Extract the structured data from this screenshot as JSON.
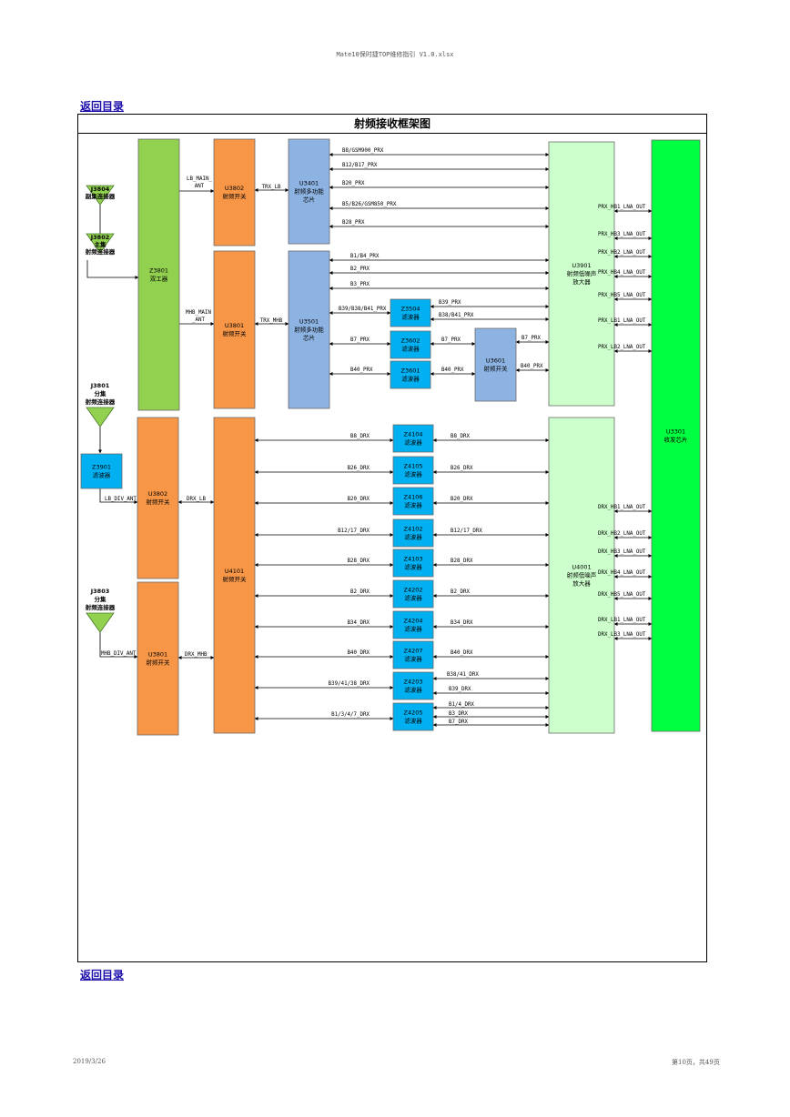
{
  "header": "Mate10保时捷TOP维修指引 V1.0.xlsx",
  "back_link_top": "返回目录",
  "back_link_bottom": "返回目录",
  "title": "射频接收框架图",
  "footer_date": "2019/3/26",
  "footer_page": "第10页，共49页",
  "colors": {
    "green_block": "#92d050",
    "orange_block": "#f79646",
    "blue_block": "#8db3e2",
    "cyan_block": "#00b0f0",
    "light_green_block": "#ccffcc",
    "bright_green_block": "#00ff40",
    "antenna": "#92d050"
  },
  "blocks": {
    "z3801": [
      "Z3801",
      "双工器"
    ],
    "u3802a": [
      "U3802",
      "射频开关"
    ],
    "u3801a": [
      "U3801",
      "射频开关"
    ],
    "u3401": [
      "U3401",
      "射频多功能",
      "芯片"
    ],
    "u3501": [
      "U3501",
      "射频多功能",
      "芯片"
    ],
    "z3504": [
      "Z3504",
      "滤波器"
    ],
    "z3602": [
      "Z3602",
      "滤波器"
    ],
    "z3601": [
      "Z3601",
      "滤波器"
    ],
    "u3601": [
      "U3601",
      "射频开关"
    ],
    "u3901": [
      "U3901",
      "射频低噪声",
      "放大器"
    ],
    "u3301": [
      "U3301",
      "收发芯片"
    ],
    "z3901": [
      "Z3901",
      "滤波器"
    ],
    "u3802b": [
      "U3802",
      "射频开关"
    ],
    "u3801b": [
      "U3801",
      "射频开关"
    ],
    "u4101": [
      "U4101",
      "射频开关"
    ],
    "u4001": [
      "U4001",
      "射频低噪声",
      "放大器"
    ],
    "z4104": [
      "Z4104",
      "滤波器"
    ],
    "z4105": [
      "Z4105",
      "滤波器"
    ],
    "z4106": [
      "Z4106",
      "滤波器"
    ],
    "z4102": [
      "Z4102",
      "滤波器"
    ],
    "z4103": [
      "Z4103",
      "滤波器"
    ],
    "z4202": [
      "Z4202",
      "滤波器"
    ],
    "z4204": [
      "Z4204",
      "滤波器"
    ],
    "z4207": [
      "Z4207",
      "滤波器"
    ],
    "z4203": [
      "Z4203",
      "滤波器"
    ],
    "z4205": [
      "Z4205",
      "滤波器"
    ]
  },
  "antennas": {
    "j3804": [
      "J3804",
      "副集连接器"
    ],
    "j3802": [
      "J3802",
      "主集",
      "射频连接器"
    ],
    "j3801": [
      "J3801",
      "分集",
      "射频连接器"
    ],
    "j3803": [
      "J3803",
      "分集",
      "射频连接器"
    ]
  },
  "signals": {
    "lb_main_ant": [
      "LB_MAIN_",
      "ANT"
    ],
    "mhb_main_ant": [
      "MHB_MAIN",
      "_ANT"
    ],
    "trx_lb": "TRX_LB",
    "trx_mhb": "TRX_MHB",
    "prx_u3401": [
      "B8/GSM900_PRX",
      "B12/B17_PRX",
      "B20_PRX",
      "B5/B26/GSM850_PRX",
      "B28_PRX"
    ],
    "prx_u3501": [
      "B1/B4_PRX",
      "B2_PRX",
      "B3_PRX"
    ],
    "b39_b38_b41_prx": "B39/B38/B41_PRX",
    "b39_prx": "B39_PRX",
    "b38_b41_prx": "B38/B41_PRX",
    "b7_prx": "B7_PRX",
    "b40_prx": "B40_PRX",
    "prx_outputs": [
      "PRX_HB1_LNA_OUT",
      "PRX_HB3_LNA_OUT",
      "PRX_HB2_LNA_OUT",
      "PRX_HB4_LNA_OUT",
      "PRX_HB5_LNA_OUT",
      "PRX_LB1_LNA_OUT",
      "PRX_LB2_LNA_OUT"
    ],
    "lb_div_ant": "LB_DIV_ANT",
    "mhb_div_ant": "MHB_DIV_ANT",
    "drx_lb": "DRX_LB",
    "drx_mhb": "DRX_MHB",
    "drx_in": [
      "B8_DRX",
      "B26_DRX",
      "B20_DRX",
      "B12/17_DRX",
      "B28_DRX",
      "B2_DRX",
      "B34_DRX",
      "B40_DRX",
      "B39/41/38_DRX",
      "B1/3/4/7_DRX"
    ],
    "drx_out": [
      "B8_DRX",
      "B26_DRX",
      "B20_DRX",
      "B12/17_DRX",
      "B28_DRX",
      "B2_DRX",
      "B34_DRX",
      "B40_DRX"
    ],
    "z4203_out": [
      "B38/41_DRX",
      "B39_DRX"
    ],
    "z4205_out": [
      "B1/4_DRX",
      "B3_DRX",
      "B7_DRX"
    ],
    "drx_outputs": [
      "DRX_HB1_LNA_OUT",
      "DRX_HB2_LNA_OUT",
      "DRX_HB3_LNA_OUT",
      "DRX_HB4_LNA_OUT",
      "DRX_HB5_LNA_OUT",
      "DRX_LB1_LNA_OUT",
      "DRX_LB3_LNA_OUT"
    ]
  }
}
